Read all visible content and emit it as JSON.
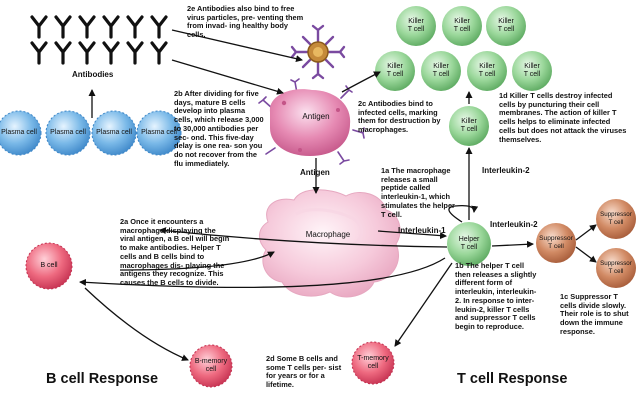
{
  "labels": {
    "antibodies": "Antibodies",
    "antigen_top": "Antigen",
    "antigen_below": "Antigen",
    "macrophage": "Macrophage",
    "interleukin1": "Interleukin-1",
    "interleukin2_top": "Interleukin-2",
    "interleukin2_mid": "Interleukin-2",
    "b_cell": "B cell",
    "b_memory": "B-memory\ncell",
    "t_memory": "T-memory\ncell",
    "plasma_cells": [
      "Plasma cell",
      "Plasma cell",
      "Plasma cell",
      "Plasma cell"
    ],
    "killer_cells": [
      "Killer\nT cell",
      "Killer\nT cell",
      "Killer\nT cell",
      "Killer\nT cell",
      "Killer\nT cell",
      "Killer\nT cell",
      "Killer\nT cell",
      "Killer\nT cell"
    ],
    "helper": "Helper\nT cell",
    "suppressor_main": "Suppressor\nT cell",
    "suppressor_small": [
      "Suppressor\nT cell",
      "Suppressor\nT cell"
    ]
  },
  "steps": {
    "s2e": {
      "num": "2e",
      "text": "Antibodies also bind to free virus particles, pre- venting them from invad- ing healthy body cells."
    },
    "s2b": {
      "num": "2b",
      "text": "After dividing for five days, mature B cells develop into plasma cells, which release 3,000 to 30,000 antibodies per sec- ond. This five-day delay is one rea- son you do not recover from the flu immediately."
    },
    "s2c": {
      "num": "2c",
      "text": "Antibodies bind to infected cells, marking them for destruction by macrophages."
    },
    "s1a": {
      "num": "1a",
      "text": "The macrophage releases a small peptide called interleukin-1, which stimulates the helper T cell."
    },
    "s1d": {
      "num": "1d",
      "text": "Killer T cells destroy infected cells by puncturing their cell membranes. The action of killer T cells helps to eliminate infected cells but does not attack the viruses themselves."
    },
    "s2a": {
      "num": "2a",
      "text": "Once it encounters a macrophage displaying the viral antigen, a B cell will begin to make antibodies. Helper T cells and B cells bind to macrophages dis- playing the antigens they recognize. This causes the B cells to divide."
    },
    "s1b": {
      "num": "1b",
      "text": "The helper T cell then releases a slightly different form of interleukin, interleukin-2. In response to inter- leukin-2, killer T cells and suppressor T cells begin to reproduce."
    },
    "s1c": {
      "num": "1c",
      "text": "Suppressor T cells divide slowly. Their role is to shut down the immune response."
    },
    "s2d": {
      "num": "2d",
      "text": "Some B cells and some T cells per- sist for years or for a lifetime."
    }
  },
  "titles": {
    "b_response": "B cell Response",
    "t_response": "T cell Response"
  },
  "colors": {
    "plasma": "#5ea9df",
    "killer": "#8fcf8f",
    "b_cell": "#e8506a",
    "suppressor": "#c7744e",
    "macrophage": "#f0b8cc",
    "antigen": "#e07aa5",
    "virus": "#a56bbf"
  }
}
